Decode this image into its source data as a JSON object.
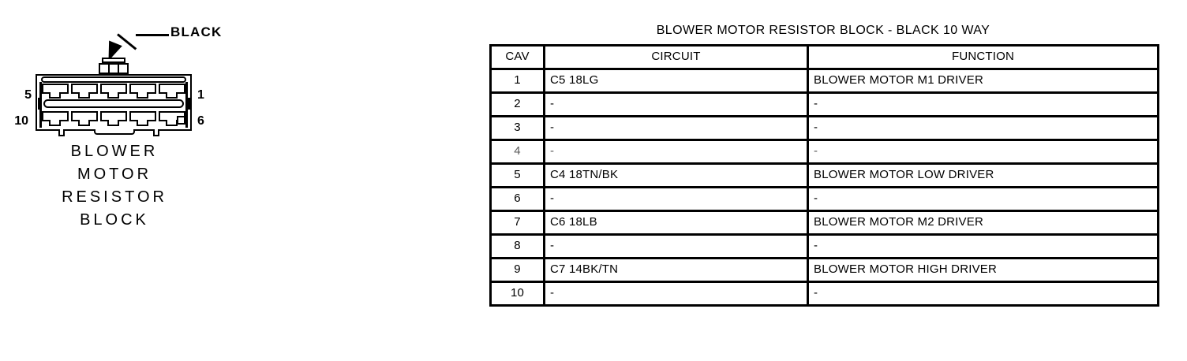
{
  "connector": {
    "callout_label": "BLACK",
    "caption_lines": [
      "BLOWER",
      "MOTOR",
      "RESISTOR",
      "BLOCK"
    ],
    "pins": {
      "top_left": "5",
      "bottom_left": "10",
      "top_right": "1",
      "bottom_right": "6"
    },
    "cavity_count": 10,
    "rows": 2,
    "cavities_per_row": 5
  },
  "table": {
    "title": "BLOWER MOTOR RESISTOR BLOCK - BLACK 10 WAY",
    "headers": {
      "cav": "CAV",
      "circuit": "CIRCUIT",
      "function": "FUNCTION"
    },
    "rows": [
      {
        "cav": "1",
        "circuit": "C5 18LG",
        "function": "BLOWER MOTOR M1 DRIVER",
        "faint": false
      },
      {
        "cav": "2",
        "circuit": "-",
        "function": "-",
        "faint": false
      },
      {
        "cav": "3",
        "circuit": "-",
        "function": "-",
        "faint": false
      },
      {
        "cav": "4",
        "circuit": "-",
        "function": "-",
        "faint": true
      },
      {
        "cav": "5",
        "circuit": "C4 18TN/BK",
        "function": "BLOWER MOTOR LOW DRIVER",
        "faint": false
      },
      {
        "cav": "6",
        "circuit": "-",
        "function": "-",
        "faint": false
      },
      {
        "cav": "7",
        "circuit": "C6 18LB",
        "function": "BLOWER MOTOR M2 DRIVER",
        "faint": false
      },
      {
        "cav": "8",
        "circuit": "-",
        "function": "-",
        "faint": false
      },
      {
        "cav": "9",
        "circuit": "C7 14BK/TN",
        "function": "BLOWER MOTOR HIGH DRIVER",
        "faint": false
      },
      {
        "cav": "10",
        "circuit": "-",
        "function": "-",
        "faint": false
      }
    ]
  },
  "colors": {
    "ink": "#000000",
    "paper": "#ffffff",
    "faint_ink": "#5a5a5a"
  }
}
